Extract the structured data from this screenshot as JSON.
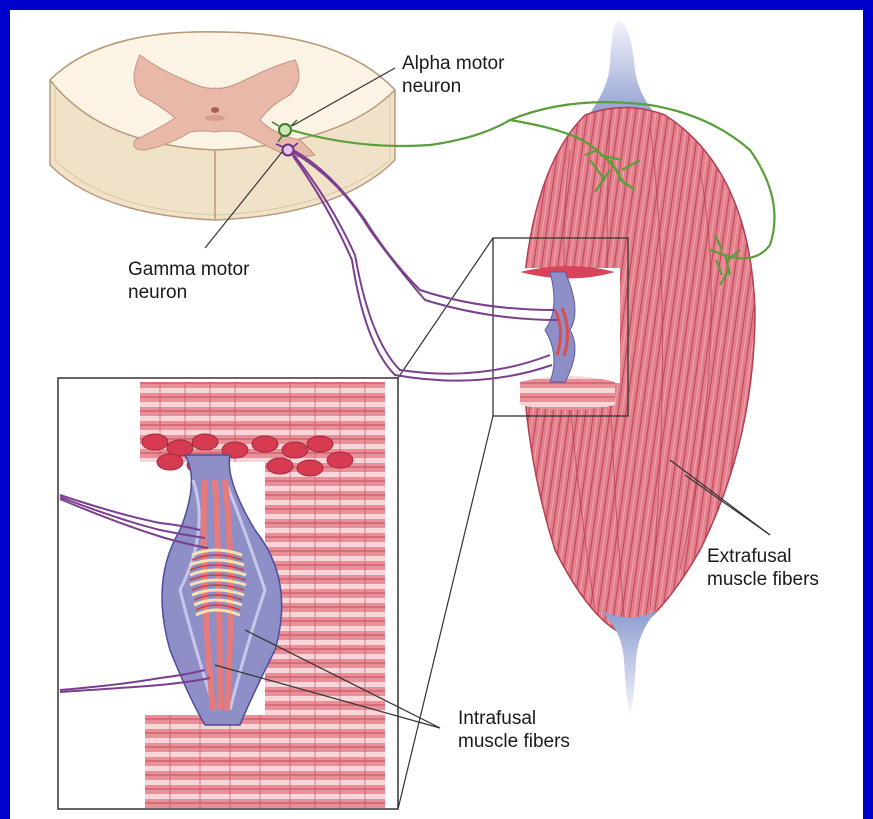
{
  "labels": {
    "alpha_motor_neuron": "Alpha motor\nneuron",
    "gamma_motor_neuron": "Gamma motor\nneuron",
    "extrafusal_fibers": "Extrafusal\nmuscle fibers",
    "intrafusal_fibers": "Intrafusal\nmuscle fibers"
  },
  "colors": {
    "frame": "#0000cc",
    "alpha_nerve": "#5a9e3a",
    "gamma_nerve": "#7b3f8f",
    "muscle": "#e07a86",
    "muscle_dark": "#c2465a",
    "spindle_capsule": "#8f8fc8",
    "spinal_white": "#fbf4e4",
    "spinal_gray": "#e8b8a8",
    "tendon": "#cfd5ea"
  }
}
